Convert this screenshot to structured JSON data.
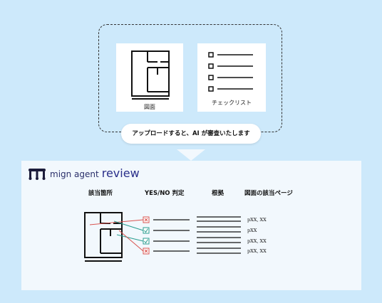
{
  "upload": {
    "drawing_label": "図面",
    "checklist_label": "チェックリスト",
    "callout_text": "アップロードすると、AI が審査いたします"
  },
  "brand": {
    "name": "mign agent",
    "product": "review"
  },
  "columns": [
    "該当箇所",
    "YES/NO 判定",
    "根拠",
    "図面の該当ページ"
  ],
  "results": [
    {
      "judgement": "no",
      "page_ref": "pXX, XX"
    },
    {
      "judgement": "yes",
      "page_ref": "pXX"
    },
    {
      "judgement": "yes",
      "page_ref": "pXX, XX"
    },
    {
      "judgement": "no",
      "page_ref": "pXX, XX"
    }
  ],
  "colors": {
    "background": "#cde9fb",
    "no_mark": "#d9534f",
    "yes_mark": "#2a9d8f",
    "brand": "#2a2f8a"
  }
}
